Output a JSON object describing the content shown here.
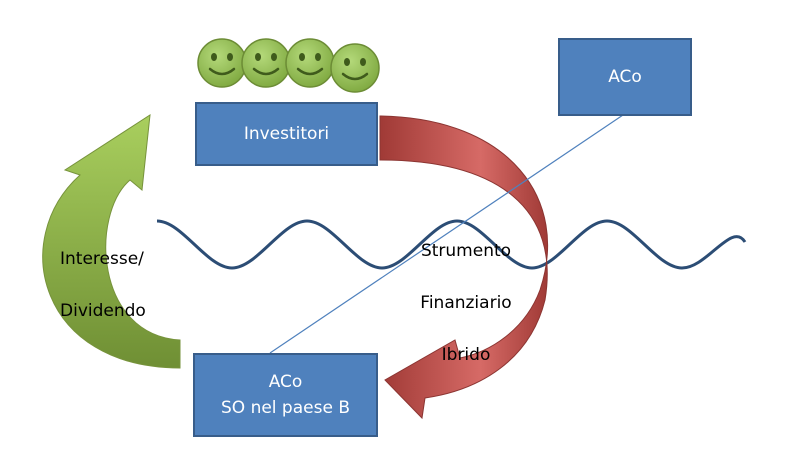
{
  "diagram": {
    "boxes": {
      "investors": {
        "label": "Investitori"
      },
      "aco_top": {
        "label": "ACo"
      },
      "aco_bottom": {
        "line1": "ACo",
        "line2": "SO nel paese B"
      }
    },
    "labels": {
      "interest": {
        "line1": "Interesse/",
        "line2": "Dividendo"
      },
      "instrument": {
        "line1": "Strumento",
        "line2": "Finanziario",
        "line3": "Ibrido"
      }
    },
    "icons": [
      "smiley-face-icon",
      "smiley-face-icon",
      "smiley-face-icon",
      "smiley-face-icon"
    ],
    "colors": {
      "box_fill": "#4f81bd",
      "box_border": "#385d8a",
      "green_arrow": "#77933c",
      "red_arrow": "#953735",
      "wave": "#2c4d75",
      "smiley": "#8fb94f"
    }
  }
}
